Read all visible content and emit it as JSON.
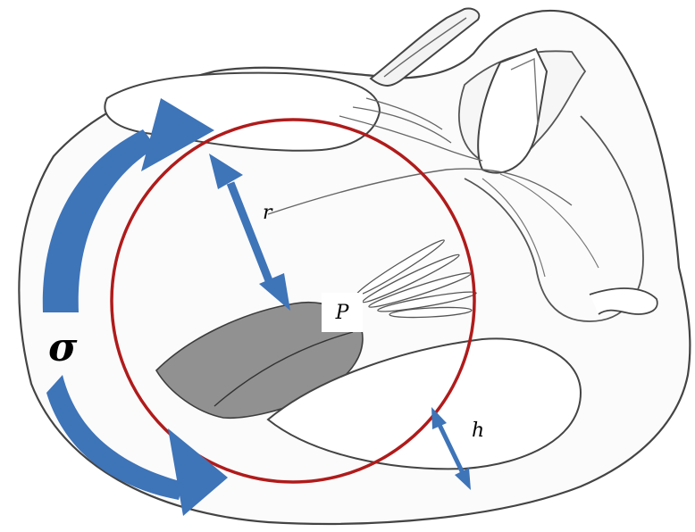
{
  "labels": {
    "sigma": "σ",
    "radius": "r",
    "pressure": "P",
    "thickness": "h"
  },
  "colors": {
    "outline": "#444444",
    "circle": "#b01b1b",
    "arrow": "#3e74b8",
    "arrow_dark": "#2d5a97",
    "shaded": "#8c8c8c"
  }
}
